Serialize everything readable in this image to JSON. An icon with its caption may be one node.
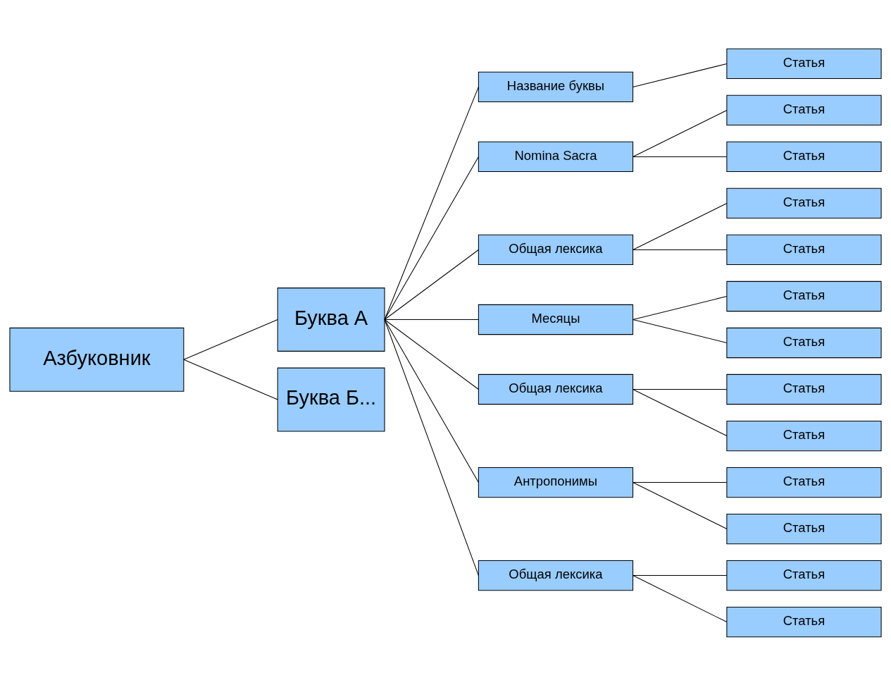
{
  "diagram": {
    "nodes": [
      {
        "text": [
          "Азбуковник"
        ]
      },
      {
        "text": [
          "Буква А"
        ]
      },
      {
        "text": [
          "Буква Б..."
        ]
      },
      {
        "text": [
          "Название буквы"
        ]
      },
      {
        "text": [
          "Nomina Sacra"
        ]
      },
      {
        "text": [
          "Общая лексика"
        ]
      },
      {
        "text": [
          "Месяцы"
        ]
      },
      {
        "text": [
          "Общая лексика"
        ]
      },
      {
        "text": [
          "Антропонимы"
        ]
      },
      {
        "text": [
          "Общая лексика"
        ]
      },
      {
        "text": [
          "Статья"
        ]
      },
      {
        "text": [
          "Статья"
        ]
      },
      {
        "text": [
          "Статья"
        ]
      },
      {
        "text": [
          "Статья"
        ]
      },
      {
        "text": [
          "Статья"
        ]
      },
      {
        "text": [
          "Статья"
        ]
      },
      {
        "text": [
          "Статья"
        ]
      },
      {
        "text": [
          "Статья"
        ]
      },
      {
        "text": [
          "Статья"
        ]
      },
      {
        "text": [
          "Статья"
        ]
      },
      {
        "text": [
          "Статья"
        ]
      },
      {
        "text": [
          "Статья"
        ]
      },
      {
        "text": [
          "Статья"
        ]
      }
    ],
    "edges": [
      {
        "from": 0,
        "to": 1,
        "arrow": "none"
      },
      {
        "from": 0,
        "to": 2,
        "arrow": "none"
      },
      {
        "from": 1,
        "to": 3,
        "arrow": "none"
      },
      {
        "from": 1,
        "to": 4,
        "arrow": "none"
      },
      {
        "from": 1,
        "to": 5,
        "arrow": "none"
      },
      {
        "from": 1,
        "to": 6,
        "arrow": "none"
      },
      {
        "from": 1,
        "to": 7,
        "arrow": "none"
      },
      {
        "from": 1,
        "to": 8,
        "arrow": "none"
      },
      {
        "from": 1,
        "to": 9,
        "arrow": "none"
      },
      {
        "from": 3,
        "to": 10,
        "arrow": "none"
      },
      {
        "from": 4,
        "to": 11,
        "arrow": "none"
      },
      {
        "from": 4,
        "to": 12,
        "arrow": "none"
      },
      {
        "from": 5,
        "to": 13,
        "arrow": "none"
      },
      {
        "from": 5,
        "to": 14,
        "arrow": "none"
      },
      {
        "from": 6,
        "to": 15,
        "arrow": "none"
      },
      {
        "from": 6,
        "to": 16,
        "arrow": "none"
      },
      {
        "from": 7,
        "to": 17,
        "arrow": "none"
      },
      {
        "from": 7,
        "to": 18,
        "arrow": "none"
      },
      {
        "from": 8,
        "to": 19,
        "arrow": "none"
      },
      {
        "from": 8,
        "to": 20,
        "arrow": "none"
      },
      {
        "from": 9,
        "to": 21,
        "arrow": "none"
      },
      {
        "from": 9,
        "to": 22,
        "arrow": "none"
      }
    ]
  }
}
